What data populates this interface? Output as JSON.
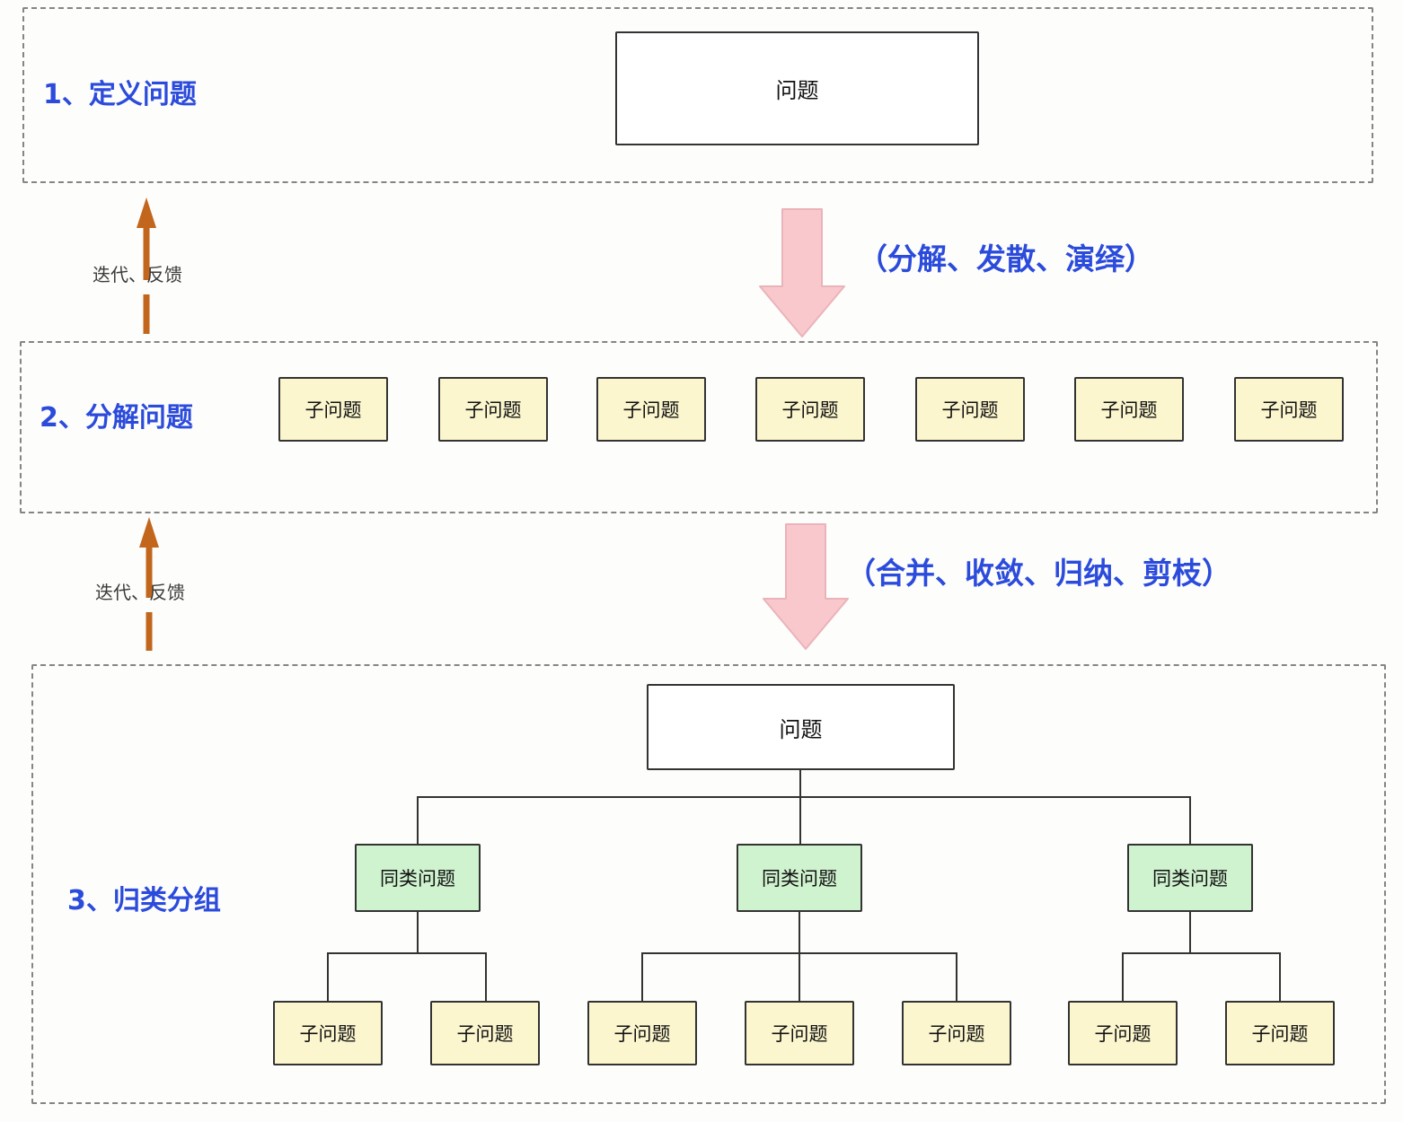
{
  "sections": {
    "define": {
      "title": "1、定义问题",
      "problem": "问题"
    },
    "decompose": {
      "title": "2、分解问题",
      "sub_problems": [
        "子问题",
        "子问题",
        "子问题",
        "子问题",
        "子问题",
        "子问题",
        "子问题"
      ]
    },
    "group": {
      "title": "3、归类分组",
      "problem": "问题",
      "groups": [
        {
          "label": "同类问题",
          "children": [
            "子问题",
            "子问题"
          ]
        },
        {
          "label": "同类问题",
          "children": [
            "子问题",
            "子问题",
            "子问题"
          ]
        },
        {
          "label": "同类问题",
          "children": [
            "子问题",
            "子问题"
          ]
        }
      ]
    }
  },
  "transitions": {
    "down1": "（分解、发散、演绎）",
    "down2": "（合并、收敛、归纳、剪枝）",
    "feedback1": "迭代、反馈",
    "feedback2": "迭代、反馈"
  },
  "colors": {
    "accent_blue": "#2b4bdc",
    "arrow_orange": "#c2661d",
    "arrow_pink": "#f9c8cd",
    "node_yellow": "#fbf6ce",
    "node_green": "#cff2cf",
    "connector": "#333333",
    "dashed_border": "#858585"
  }
}
